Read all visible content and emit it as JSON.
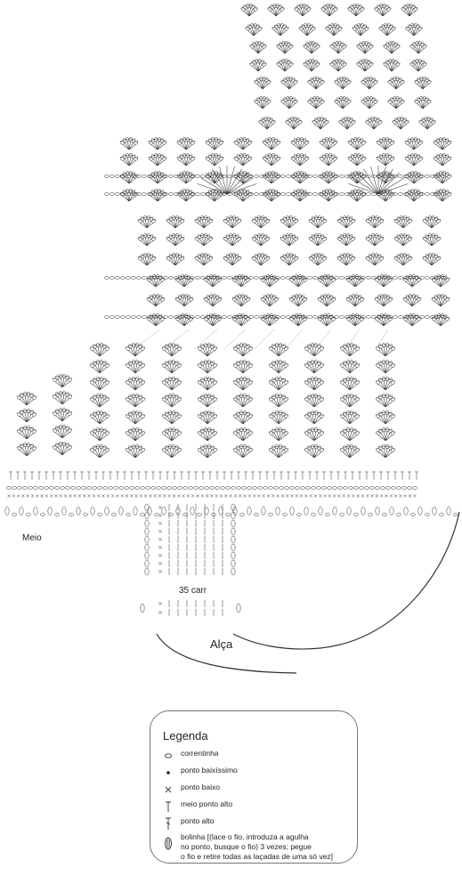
{
  "diagram": {
    "labels": {
      "meio": "Meio",
      "carr": "35 carr",
      "alca": "Alça"
    }
  },
  "legend": {
    "title": "Legenda",
    "items": [
      {
        "icon": "chain-icon",
        "text": "correntinha"
      },
      {
        "icon": "slip-stitch-icon",
        "text": "ponto baixíssimo"
      },
      {
        "icon": "single-crochet-icon",
        "text": "ponto baixo"
      },
      {
        "icon": "half-double-crochet-icon",
        "text": "meio ponto alto"
      },
      {
        "icon": "double-crochet-icon",
        "text": "ponto alto"
      },
      {
        "icon": "bobble-stitch-icon",
        "lines": [
          "bolinha [(lace o fio, introduza a agulha",
          "no ponto, busque o fio) 3 vezes; pegue",
          "o fio e retire todas as laçadas de uma só vez]"
        ]
      }
    ]
  },
  "colors": {
    "stroke": "#333333",
    "light": "#888888",
    "background": "#ffffff"
  }
}
